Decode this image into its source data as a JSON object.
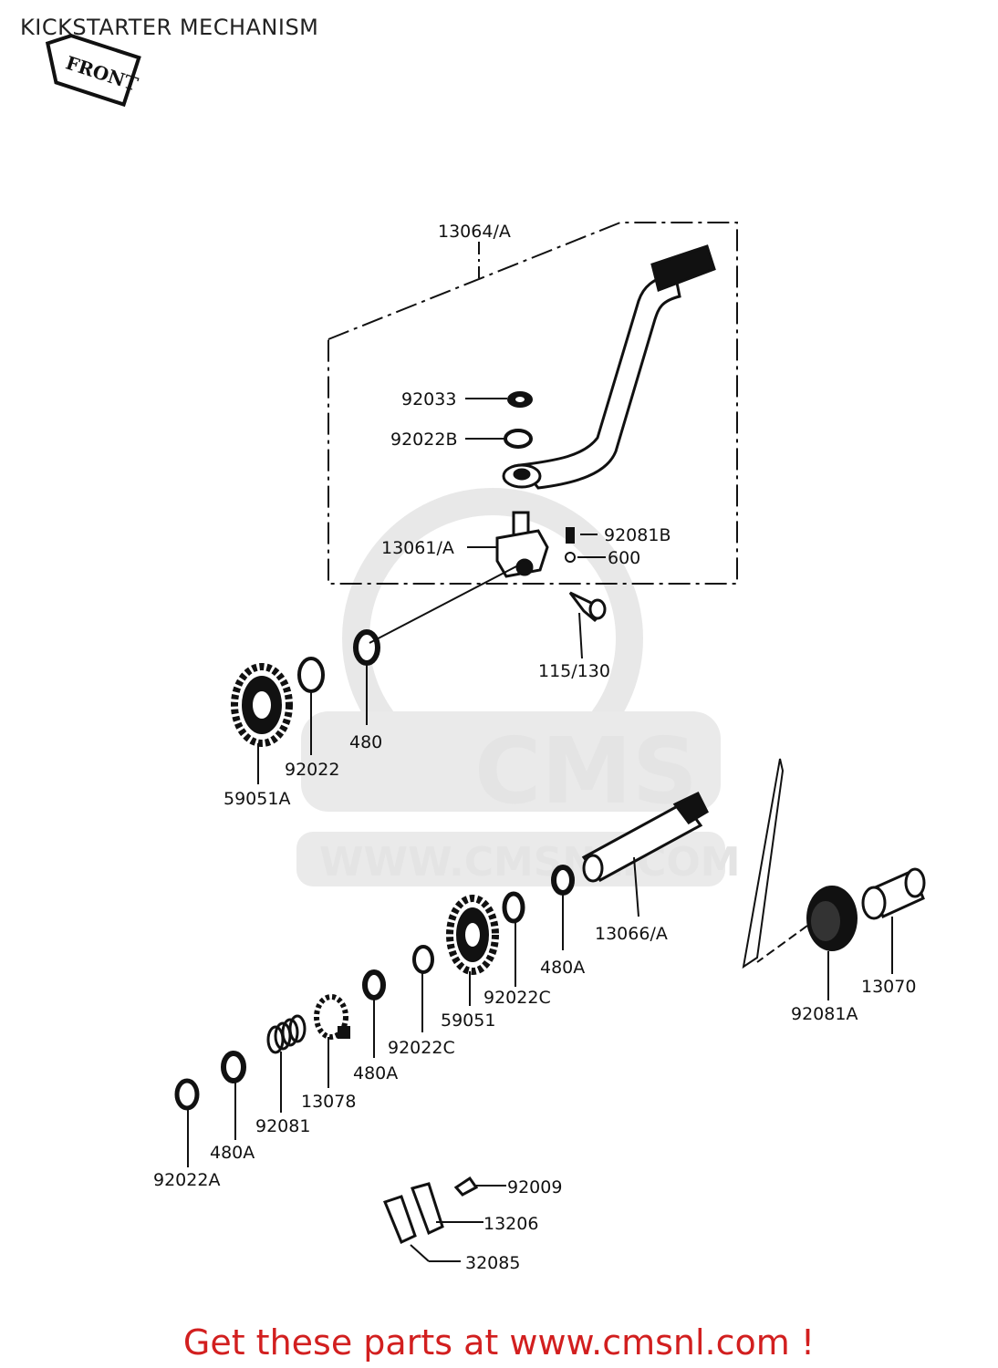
{
  "title": "KICKSTARTER MECHANISM",
  "front_badge": "FRONT",
  "watermark": {
    "brand": "CMS",
    "url": "WWW.CMSNL.COM"
  },
  "parts": {
    "p13064A": "13064/A",
    "p92033": "92033",
    "p92022B": "92022B",
    "p92081B": "92081B",
    "p600": "600",
    "p13061A": "13061/A",
    "p115_130": "115/130",
    "p480": "480",
    "p92022": "92022",
    "p59051A": "59051A",
    "p13066A": "13066/A",
    "p480A_1": "480A",
    "p92022C_1": "92022C",
    "p59051": "59051",
    "p92022C_2": "92022C",
    "p480A_2": "480A",
    "p13078": "13078",
    "p92081": "92081",
    "p480A_3": "480A",
    "p92022A": "92022A",
    "p13070": "13070",
    "p92081A": "92081A",
    "p92009": "92009",
    "p13206": "13206",
    "p32085": "32085"
  },
  "footer": "Get these parts at www.cmsnl.com !"
}
